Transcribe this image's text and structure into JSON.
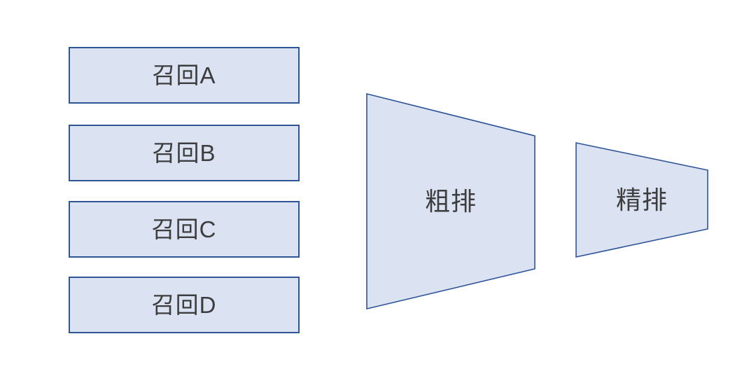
{
  "colors": {
    "canvas_background": "#ffffff",
    "shape_fill": "#dbe3f3",
    "shape_border": "#2f5597",
    "label_text": "#3d3d3d"
  },
  "recall_blocks": [
    {
      "id": "A",
      "label": "召回A"
    },
    {
      "id": "B",
      "label": "召回B"
    },
    {
      "id": "C",
      "label": "召回C"
    },
    {
      "id": "D",
      "label": "召回D"
    }
  ],
  "ranking_stages": [
    {
      "id": "coarse",
      "label": "粗排"
    },
    {
      "id": "fine",
      "label": "精排"
    }
  ]
}
